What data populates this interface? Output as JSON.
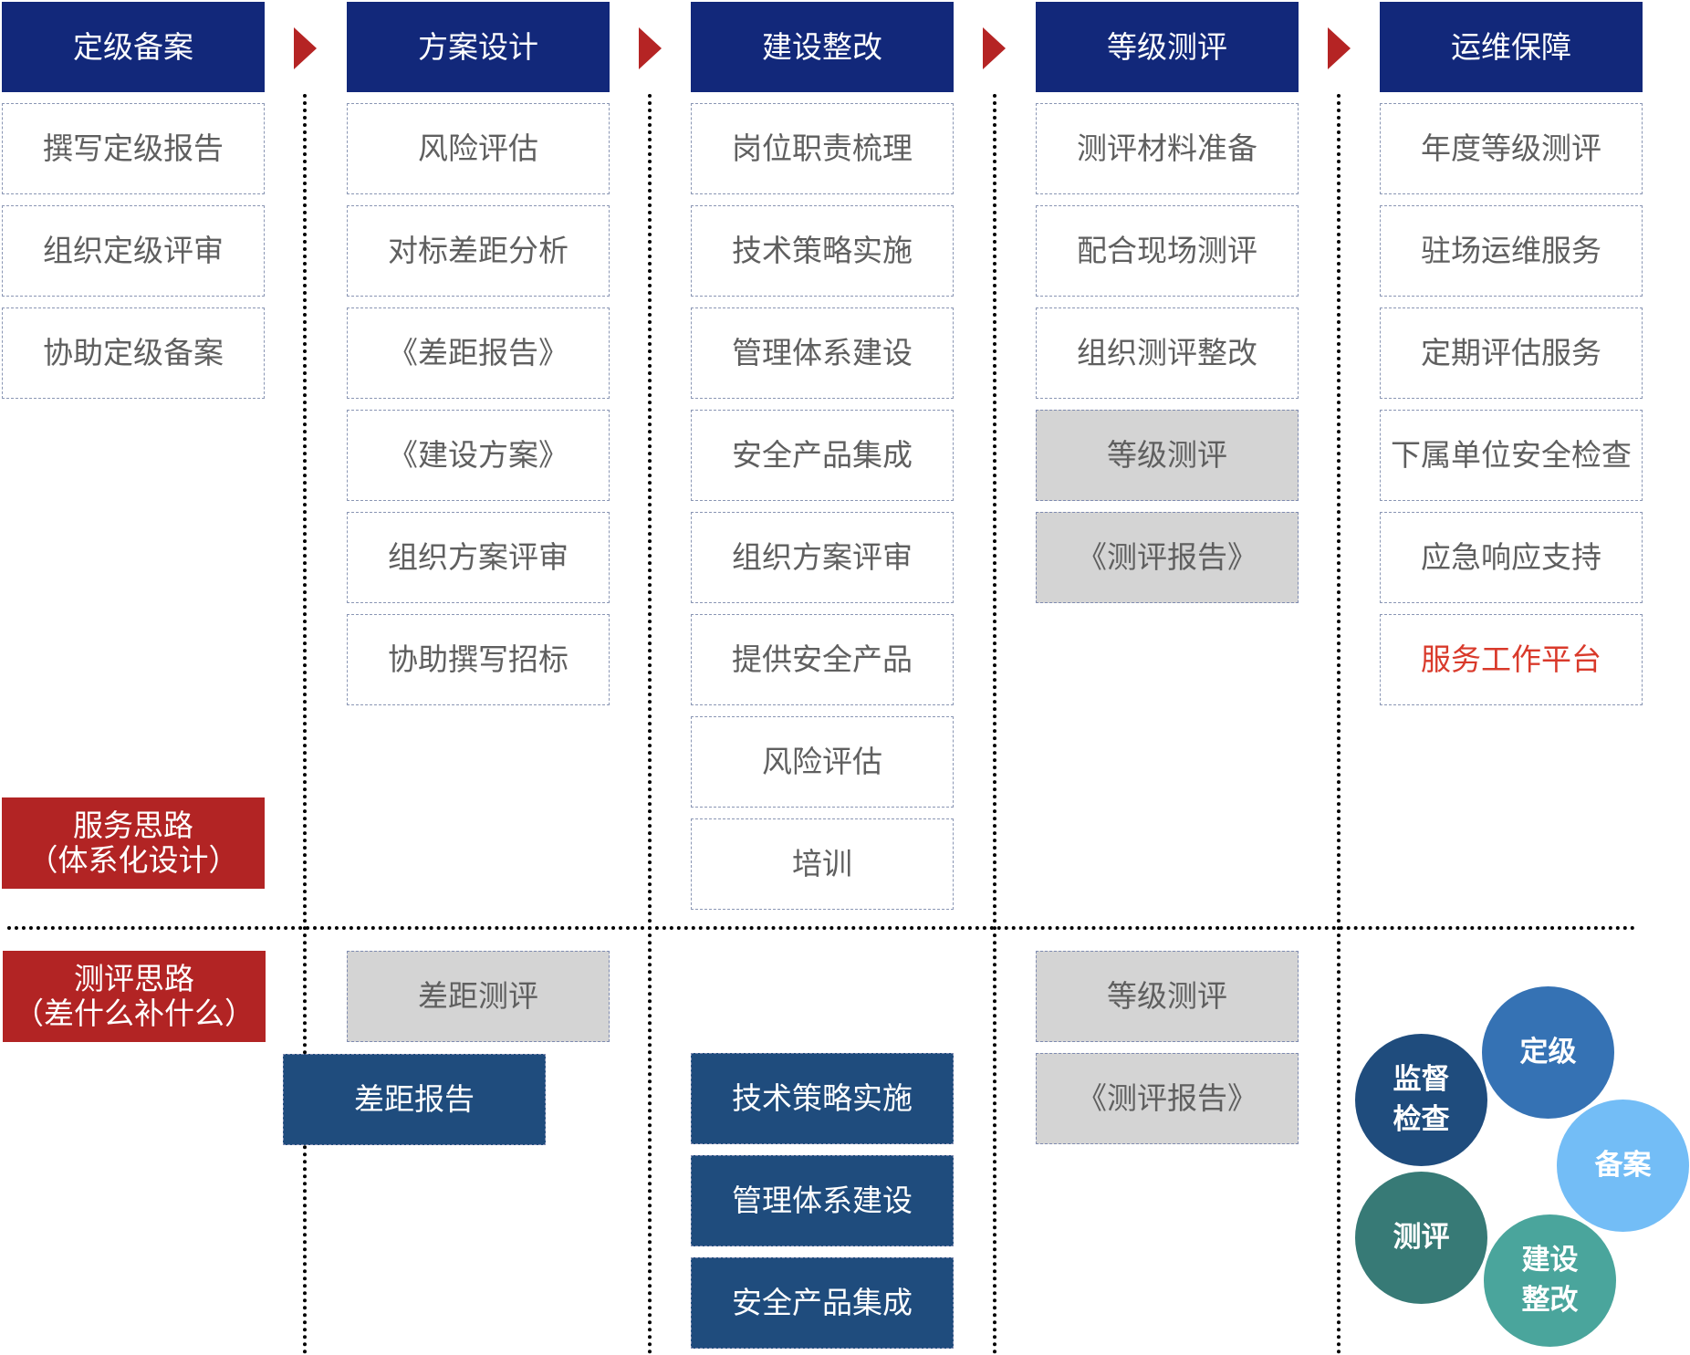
{
  "phases": [
    {
      "title": "定级备案",
      "items": [
        "撰写定级报告",
        "组织定级评审",
        "协助定级备案"
      ]
    },
    {
      "title": "方案设计",
      "items": [
        "风险评估",
        "对标差距分析",
        "《差距报告》",
        "《建设方案》",
        "组织方案评审",
        "协助撰写招标"
      ]
    },
    {
      "title": "建设整改",
      "items": [
        "岗位职责梳理",
        "技术策略实施",
        "管理体系建设",
        "安全产品集成",
        "组织方案评审",
        "提供安全产品",
        "风险评估",
        "培训"
      ]
    },
    {
      "title": "等级测评",
      "items": [
        "测评材料准备",
        "配合现场测评",
        "组织测评整改",
        "等级测评",
        "《测评报告》"
      ]
    },
    {
      "title": "运维保障",
      "items": [
        "年度等级测评",
        "驻场运维服务",
        "定期评估服务",
        "下属单位安全检查",
        "应急响应支持",
        "服务工作平台"
      ]
    }
  ],
  "service_approach": {
    "line1": "服务思路",
    "line2": "（体系化设计）"
  },
  "assessment_approach": {
    "line1": "测评思路",
    "line2": "（差什么补什么）"
  },
  "assessment_flow": {
    "gap_assessment": "差距测评",
    "gap_report": "差距报告",
    "build_items": [
      "技术策略实施",
      "管理体系建设",
      "安全产品集成"
    ],
    "level_assessment": "等级测评",
    "assessment_report": "《测评报告》"
  },
  "cycle": [
    {
      "label": "定级",
      "color": "#3572b4"
    },
    {
      "label": "备案",
      "color": "#73bdf6"
    },
    {
      "label": "建设\n整改",
      "color": "#4aa59c"
    },
    {
      "label": "测评",
      "color": "#377a76"
    },
    {
      "label": "监督\n检查",
      "color": "#1f4c7d"
    }
  ],
  "colors": {
    "header": "#12287a",
    "label_red": "#b22424",
    "highlight_text": "#d93a2b",
    "completed_gray": "#d4d4d4",
    "action_blue": "#1f4c7d"
  }
}
